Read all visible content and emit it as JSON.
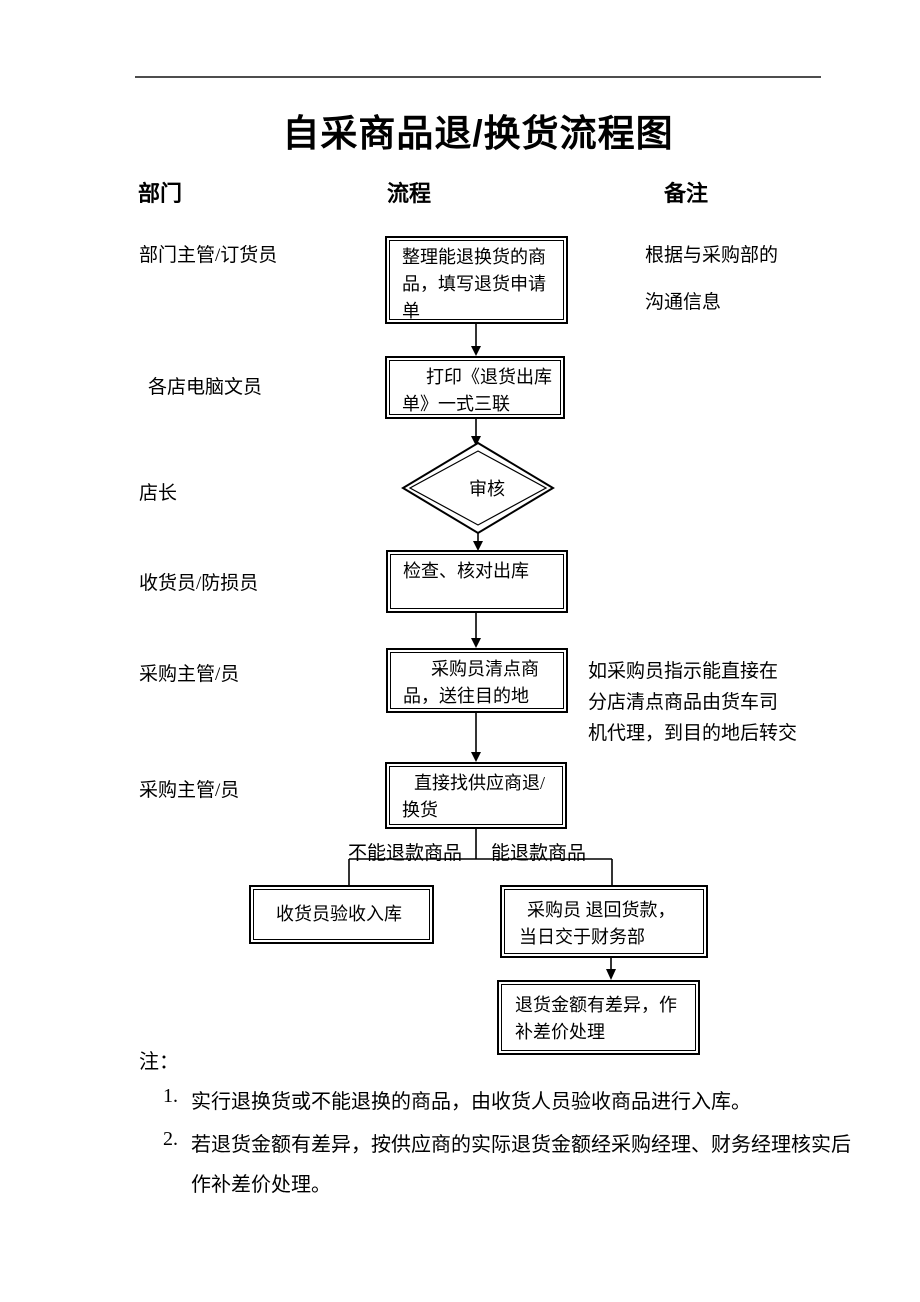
{
  "document": {
    "title": "自采商品退/换货流程图",
    "columns": {
      "department": "部门",
      "process": "流程",
      "remark": "备注"
    }
  },
  "departments": [
    "部门主管/订货员",
    "各店电脑文员",
    "店长",
    "收货员/防损员",
    "采购主管/员",
    "采购主管/员"
  ],
  "flow": {
    "collect": {
      "lines": [
        "整理能退换货的商",
        "品，填写退货申请",
        "单"
      ]
    },
    "print": {
      "lines": [
        "打印《退货出库",
        "单》一式三联"
      ]
    },
    "review": {
      "label": "审核"
    },
    "check": {
      "lines": [
        "检查、核对出库"
      ]
    },
    "count": {
      "lines": [
        "采购员清点商",
        "品，送往目的地"
      ]
    },
    "contact": {
      "lines": [
        "直接找供应商退/",
        "换货"
      ]
    },
    "branch_left_label": "不能退款商品",
    "branch_right_label": "能退款商品",
    "receive": {
      "lines": [
        "收货员验收入库"
      ]
    },
    "refund": {
      "lines": [
        "采购员 退回货款，",
        "当日交于财务部"
      ]
    },
    "difference": {
      "lines": [
        "退货金额有差异，作",
        "补差价处理"
      ]
    }
  },
  "remarks": {
    "first": {
      "lines": [
        "根据与采购部的",
        "沟通信息"
      ]
    },
    "second": {
      "lines": [
        "如采购员指示能直接在",
        "分店清点商品由货车司",
        "机代理，到目的地后转交"
      ]
    }
  },
  "notes": {
    "heading": "注：",
    "items": [
      {
        "num": "1.",
        "lines": [
          "实行退换货或不能退换的商品，由收货人员验收商品进行入库。"
        ]
      },
      {
        "num": "2.",
        "lines": [
          "若退货金额有差异，按供应商的实际退货金额经采购经理、财务经理核实后",
          "作补差价处理。"
        ]
      }
    ]
  }
}
